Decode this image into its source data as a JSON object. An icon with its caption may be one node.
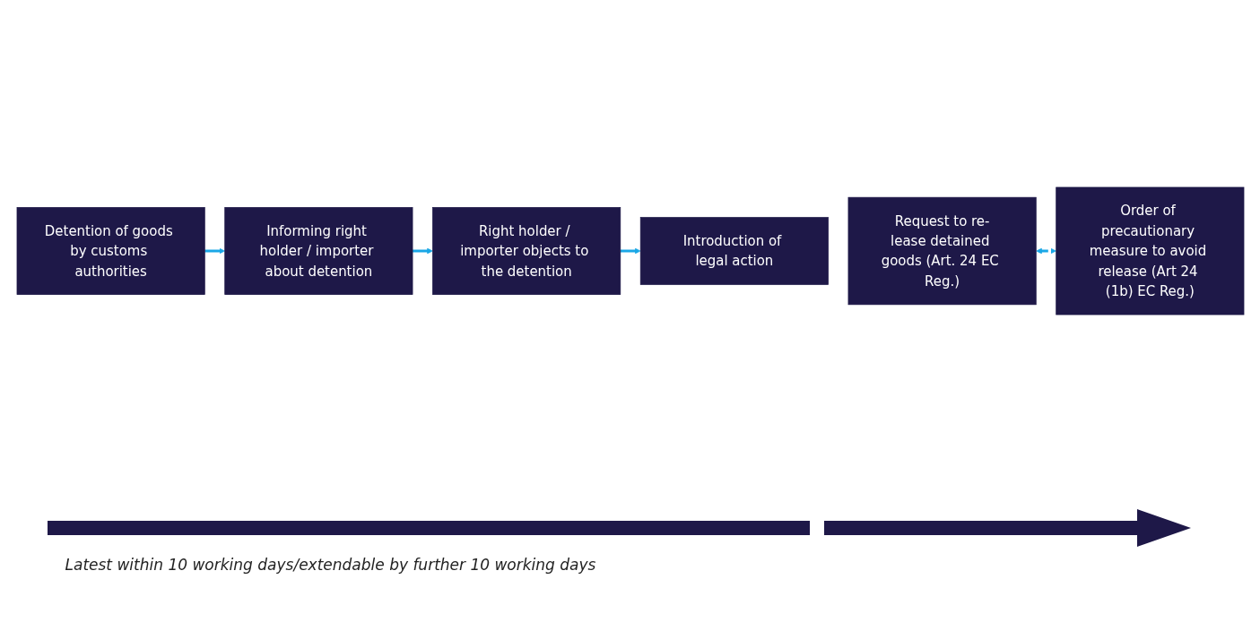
{
  "diagram": {
    "nodes": [
      {
        "text": [
          "Detention of goods by customs authorities"
        ]
      },
      {
        "text": [
          "Informing right holder / importer about detention"
        ]
      },
      {
        "text": [
          "Right holder / importer objects to the detention"
        ]
      },
      {
        "text": [
          "Introduction of legal action"
        ]
      },
      {
        "text": [
          "Request to re-lease detained goods (Art. 24 EC Reg.)"
        ]
      },
      {
        "text": [
          "Order of precautionary measure to avoid release (Art 24 (1b) EC Reg.)"
        ]
      }
    ],
    "edges": [
      {
        "from": 0,
        "to": 1,
        "arrow": "to"
      },
      {
        "from": 1,
        "to": 2,
        "arrow": "to"
      },
      {
        "from": 2,
        "to": 3,
        "arrow": "to"
      },
      {
        "from": 4,
        "to": 5,
        "arrow": "both",
        "style": "dashed"
      }
    ],
    "labels": [
      "Latest within 10 working days/extendable by further 10 working days"
    ]
  }
}
